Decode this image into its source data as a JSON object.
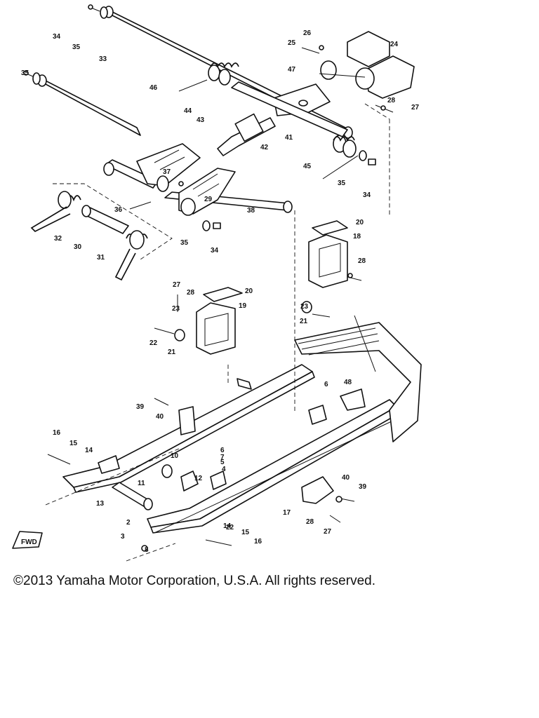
{
  "footer": {
    "copyright": "©2013 Yamaha Motor Corporation, U.S.A. All rights reserved."
  },
  "diagram": {
    "forward_marker": "FWD",
    "callouts": [
      "2",
      "3",
      "4",
      "5",
      "6",
      "6",
      "7",
      "8",
      "10",
      "11",
      "12",
      "13",
      "14",
      "14",
      "15",
      "15",
      "16",
      "16",
      "17",
      "18",
      "19",
      "20",
      "20",
      "21",
      "21",
      "22",
      "22",
      "23",
      "23",
      "24",
      "25",
      "26",
      "27",
      "27",
      "27",
      "28",
      "28",
      "28",
      "28",
      "29",
      "30",
      "31",
      "32",
      "33",
      "34",
      "34",
      "34",
      "35",
      "35",
      "35",
      "35",
      "36",
      "37",
      "38",
      "39",
      "39",
      "40",
      "40",
      "41",
      "42",
      "43",
      "44",
      "45",
      "46",
      "47",
      "48"
    ]
  }
}
